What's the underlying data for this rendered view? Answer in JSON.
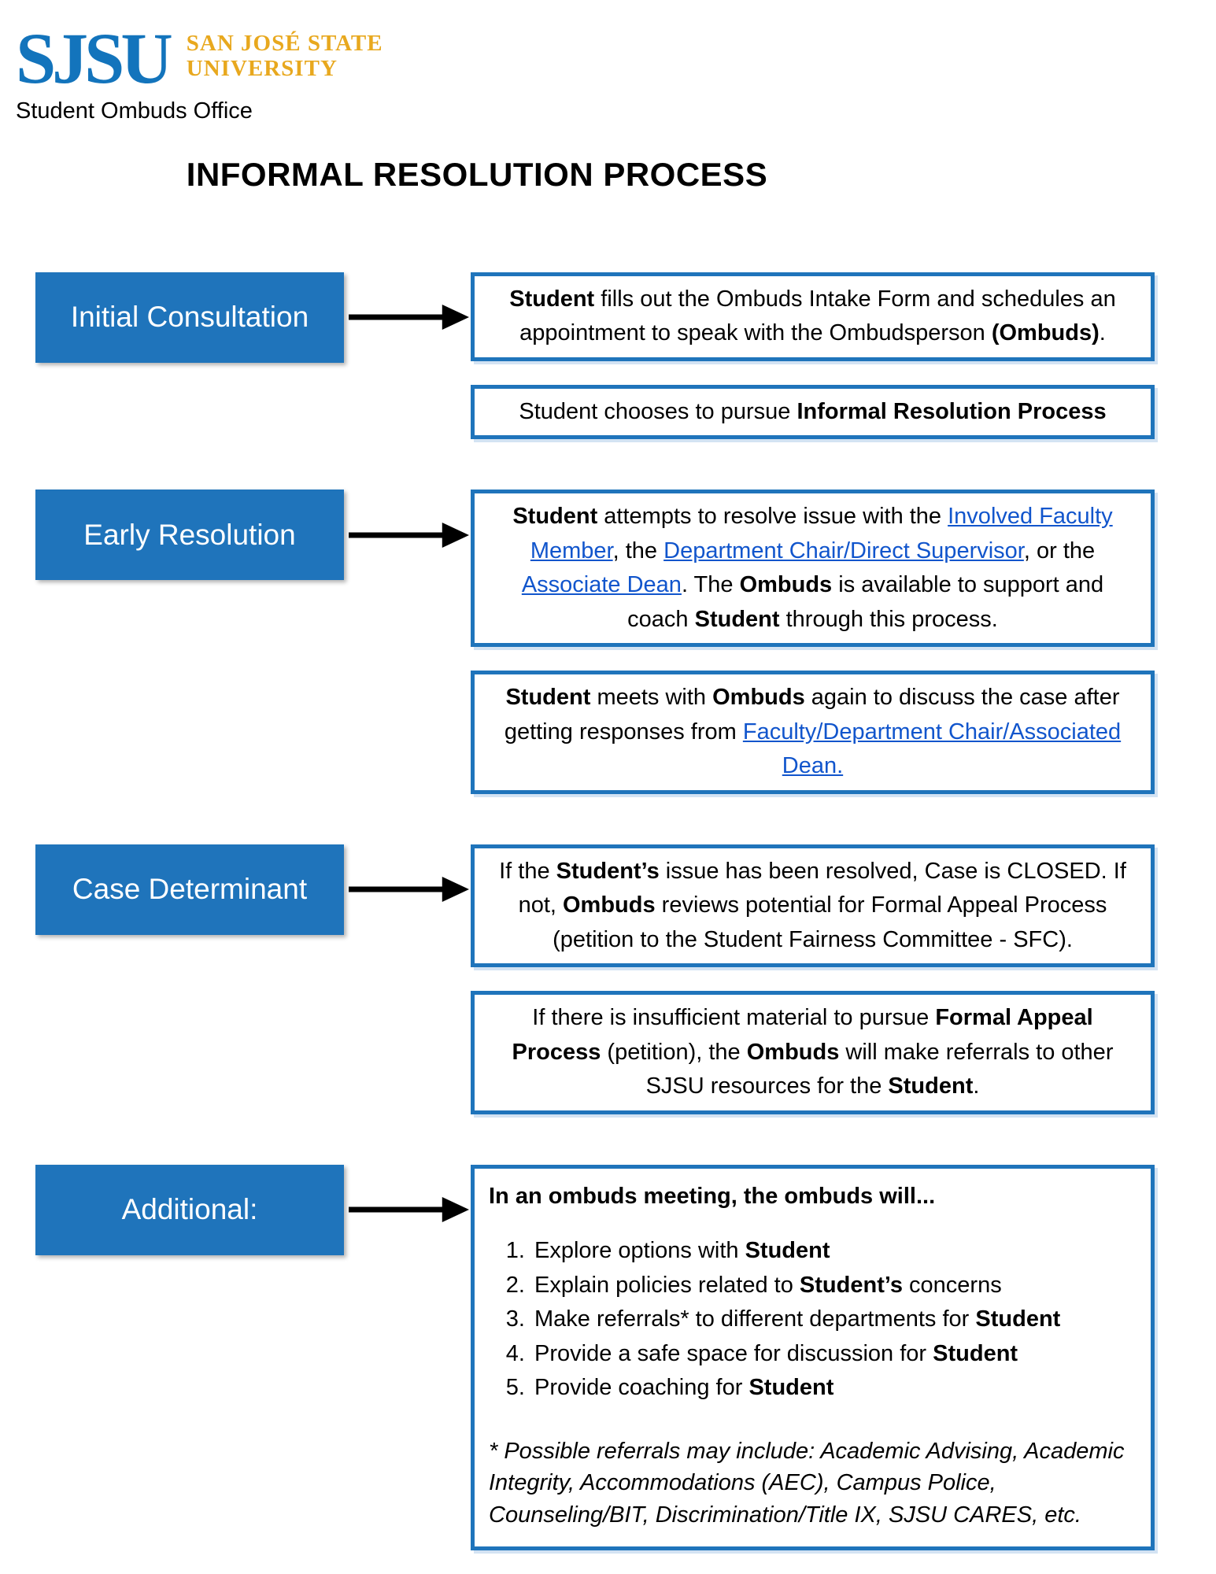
{
  "header": {
    "logo": {
      "acronym": "SJSU",
      "university_line1": "SAN JOSÉ STATE",
      "university_line2": "UNIVERSITY"
    },
    "office_name": "Student Ombuds Office"
  },
  "title": "INFORMAL RESOLUTION PROCESS",
  "colors": {
    "process_blue": "#1f74bb",
    "logo_blue": "#1374bc",
    "logo_gold": "#e8a81e",
    "link_blue": "#1155cc",
    "arrow_black": "#000000"
  },
  "rows": [
    {
      "id": "initial-consultation",
      "label": "Initial Consultation",
      "boxes": [
        {
          "type": "paragraph",
          "segments": [
            {
              "t": "Student",
              "s": "b"
            },
            {
              "t": " fills out the Ombuds Intake Form and schedules an appointment to speak with the Ombudsperson ",
              "s": "n"
            },
            {
              "t": "(Ombuds)",
              "s": "b"
            },
            {
              "t": ".",
              "s": "n"
            }
          ]
        },
        {
          "type": "paragraph",
          "segments": [
            {
              "t": "Student chooses to pursue ",
              "s": "n"
            },
            {
              "t": "Informal Resolution Process",
              "s": "b"
            }
          ]
        }
      ]
    },
    {
      "id": "early-resolution",
      "label": "Early Resolution",
      "boxes": [
        {
          "type": "paragraph",
          "segments": [
            {
              "t": "Student",
              "s": "b"
            },
            {
              "t": " attempts to resolve issue with the ",
              "s": "n"
            },
            {
              "t": "Involved Faculty Member",
              "s": "l"
            },
            {
              "t": ", the ",
              "s": "n"
            },
            {
              "t": "Department Chair/Direct Supervisor",
              "s": "l"
            },
            {
              "t": ", or the ",
              "s": "n"
            },
            {
              "t": "Associate Dean",
              "s": "l"
            },
            {
              "t": ". The ",
              "s": "n"
            },
            {
              "t": "Ombuds",
              "s": "b"
            },
            {
              "t": " is available to support and coach ",
              "s": "n"
            },
            {
              "t": "Student",
              "s": "b"
            },
            {
              "t": " through this process.",
              "s": "n"
            }
          ]
        },
        {
          "type": "paragraph",
          "segments": [
            {
              "t": "Student",
              "s": "b"
            },
            {
              "t": " meets with ",
              "s": "n"
            },
            {
              "t": "Ombuds",
              "s": "b"
            },
            {
              "t": " again to discuss the case after getting responses from ",
              "s": "n"
            },
            {
              "t": "Faculty/Department Chair/Associated Dean.",
              "s": "l"
            }
          ]
        }
      ]
    },
    {
      "id": "case-determinant",
      "label": "Case Determinant",
      "boxes": [
        {
          "type": "paragraph",
          "segments": [
            {
              "t": "If the ",
              "s": "n"
            },
            {
              "t": "Student’s",
              "s": "b"
            },
            {
              "t": " issue has been resolved, Case is CLOSED. If not, ",
              "s": "n"
            },
            {
              "t": "Ombuds",
              "s": "b"
            },
            {
              "t": " reviews potential for Formal Appeal Process (petition to the Student Fairness Committee - SFC).",
              "s": "n"
            }
          ]
        },
        {
          "type": "paragraph",
          "segments": [
            {
              "t": "If there is insufficient material to pursue ",
              "s": "n"
            },
            {
              "t": "Formal Appeal Process",
              "s": "b"
            },
            {
              "t": " (petition), the ",
              "s": "n"
            },
            {
              "t": "Ombuds",
              "s": "b"
            },
            {
              "t": " will make referrals to other SJSU resources for the ",
              "s": "n"
            },
            {
              "t": "Student",
              "s": "b"
            },
            {
              "t": ".",
              "s": "n"
            }
          ]
        }
      ]
    },
    {
      "id": "additional",
      "label": "Additional:",
      "boxes": [
        {
          "type": "list",
          "heading_segments": [
            {
              "t": "In an ombuds meeting, the ombuds will...",
              "s": "b"
            }
          ],
          "items": [
            [
              {
                "t": "Explore options with ",
                "s": "n"
              },
              {
                "t": "Student",
                "s": "b"
              }
            ],
            [
              {
                "t": "Explain policies related to ",
                "s": "n"
              },
              {
                "t": "Student’s",
                "s": "b"
              },
              {
                "t": " concerns",
                "s": "n"
              }
            ],
            [
              {
                "t": "Make referrals* to different departments for ",
                "s": "n"
              },
              {
                "t": "Student",
                "s": "b"
              }
            ],
            [
              {
                "t": "Provide a safe space for discussion for ",
                "s": "n"
              },
              {
                "t": "Student",
                "s": "b"
              }
            ],
            [
              {
                "t": "Provide coaching for ",
                "s": "n"
              },
              {
                "t": "Student",
                "s": "b"
              }
            ]
          ],
          "footnote_segments": [
            {
              "t": "* Possible referrals may include: Academic Advising, Academic Integrity, Accommodations (AEC), Campus Police, Counseling/BIT, Discrimination/Title IX, SJSU CARES, etc.",
              "s": "i"
            }
          ]
        }
      ]
    }
  ]
}
